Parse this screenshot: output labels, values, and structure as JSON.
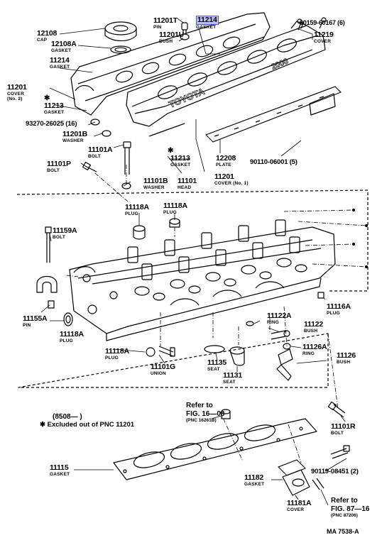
{
  "callouts": {
    "c11201T": {
      "pn": "11201T",
      "name": "PIN"
    },
    "c11214_top": {
      "pn": "11214",
      "name": "GASKET"
    },
    "c90159": {
      "pn": "90159-60167 (6)"
    },
    "c12108": {
      "pn": "12108",
      "name": "CAP"
    },
    "c12108A": {
      "pn": "12108A",
      "name": "GASKET"
    },
    "c11201U": {
      "pn": "11201U",
      "name": "BUSH"
    },
    "c11219": {
      "pn": "11219",
      "name": "COVER"
    },
    "c11214": {
      "pn": "11214",
      "name": "GASKET"
    },
    "c11201_2": {
      "pn": "11201",
      "name": "COVER",
      "extra": "(No. 2)"
    },
    "c11213_left": {
      "pn": "11213",
      "name": "GASKET"
    },
    "c93270": {
      "pn": "93270-26025 (16)"
    },
    "c11201B": {
      "pn": "11201B",
      "name": "WASHER"
    },
    "c11101A": {
      "pn": "11101A",
      "name": "BOLT"
    },
    "c11213_mid": {
      "pn": "11213",
      "name": "GASKET"
    },
    "c12208": {
      "pn": "12208",
      "name": "PLATE"
    },
    "c90110": {
      "pn": "90110-06001 (5)"
    },
    "c11101P": {
      "pn": "11101P",
      "name": "BOLT"
    },
    "c11101B": {
      "pn": "11101B",
      "name": "WASHER"
    },
    "c11101": {
      "pn": "11101",
      "name": "HEAD"
    },
    "c11201_1": {
      "pn": "11201",
      "name": "COVER (No. 1)"
    },
    "c11118A_a": {
      "pn": "11118A",
      "name": "PLUG"
    },
    "c11118A_b": {
      "pn": "11118A",
      "name": "PLUG"
    },
    "c11159A": {
      "pn": "11159A",
      "name": "BOLT"
    },
    "c11116A": {
      "pn": "11116A",
      "name": "PLUG"
    },
    "c11122A": {
      "pn": "11122A",
      "name": "RING"
    },
    "c11122": {
      "pn": "11122",
      "name": "BUSH"
    },
    "c11155A": {
      "pn": "11155A",
      "name": "PIN"
    },
    "c11118A_c": {
      "pn": "11118A",
      "name": "PLUG"
    },
    "c11126A": {
      "pn": "11126A",
      "name": "RING"
    },
    "c11126": {
      "pn": "11126",
      "name": "BUSH"
    },
    "c11118A_d": {
      "pn": "11118A",
      "name": "PLUG"
    },
    "c11135": {
      "pn": "11135",
      "name": "SEAT"
    },
    "c11101G": {
      "pn": "11101G",
      "name": "UNION"
    },
    "c11131": {
      "pn": "11131",
      "name": "SEAT"
    },
    "c11101R": {
      "pn": "11101R",
      "name": "BOLT"
    },
    "c11115": {
      "pn": "11115",
      "name": "GASKET"
    },
    "c11182": {
      "pn": "11182",
      "name": "GASKET"
    },
    "c90119": {
      "pn": "90119-08451 (2)"
    },
    "c11181A": {
      "pn": "11181A",
      "name": "COVER"
    }
  },
  "notes": {
    "date_range": "(8508—         )",
    "excluded": "Excluded out of PNC 11201",
    "ref_top_line1": "Refer to",
    "ref_top_line2": "FIG. 16—03",
    "ref_top_pnc": "(PNC 16261B)",
    "ref_bottom_line1": "Refer to",
    "ref_bottom_line2": "FIG. 87—16",
    "ref_bottom_pnc": "(PNC 87206)",
    "diagram_id": "MA 7538-A",
    "star_mark": "✱",
    "cover_emboss": "TOYOTA",
    "cover_emboss2": "2000"
  },
  "colors": {
    "ink": "#000000",
    "highlight": "#b9bff2",
    "paper": "#ffffff"
  }
}
